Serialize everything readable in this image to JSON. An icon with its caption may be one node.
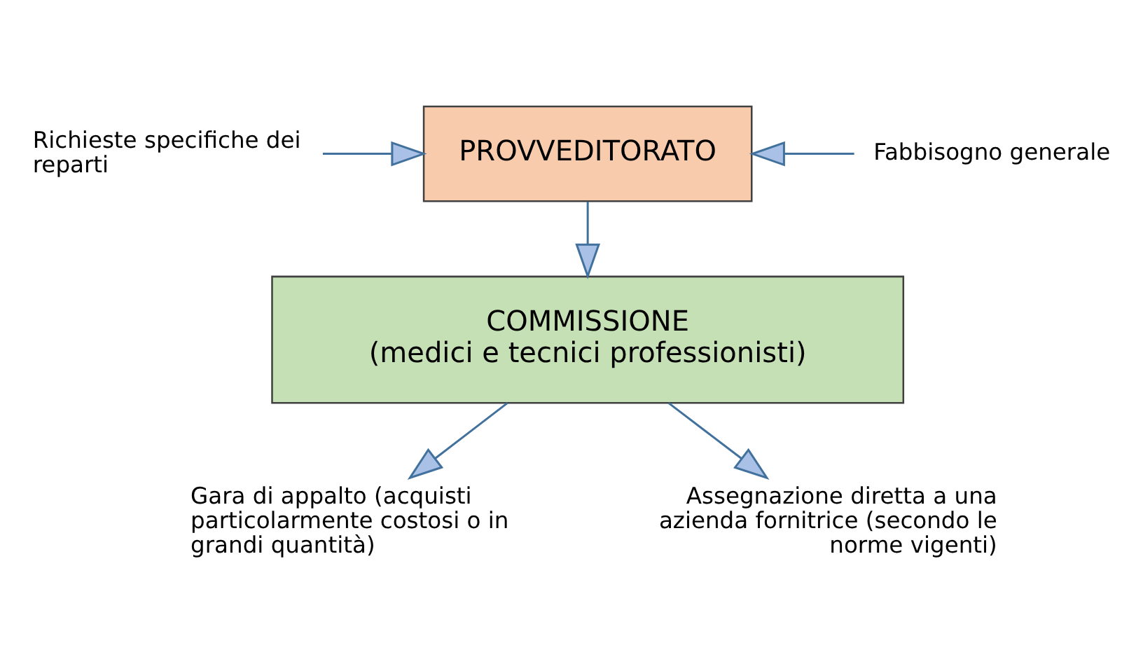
{
  "diagram": {
    "nodes": [
      {
        "text": [
          "Richieste specifiche dei reparti"
        ]
      },
      {
        "text": [
          "PROVVEDITORATO"
        ]
      },
      {
        "text": [
          "Fabbisogno generale"
        ]
      },
      {
        "text": [
          "COMMISSIONE",
          "(medici e tecnici professionisti)"
        ]
      },
      {
        "text": [
          "Gara di appalto (acquisti particolarmente costosi o in grandi quantità)"
        ]
      },
      {
        "text": [
          "Assegnazione diretta a una azienda fornitrice (secondo le norme vigenti)"
        ]
      }
    ],
    "edges": [
      {
        "from": 0,
        "to": 1,
        "arrow": "to"
      },
      {
        "from": 2,
        "to": 1,
        "arrow": "to"
      },
      {
        "from": 1,
        "to": 3,
        "arrow": "to"
      },
      {
        "from": 3,
        "to": 4,
        "arrow": "to"
      },
      {
        "from": 3,
        "to": 5,
        "arrow": "to"
      }
    ]
  }
}
